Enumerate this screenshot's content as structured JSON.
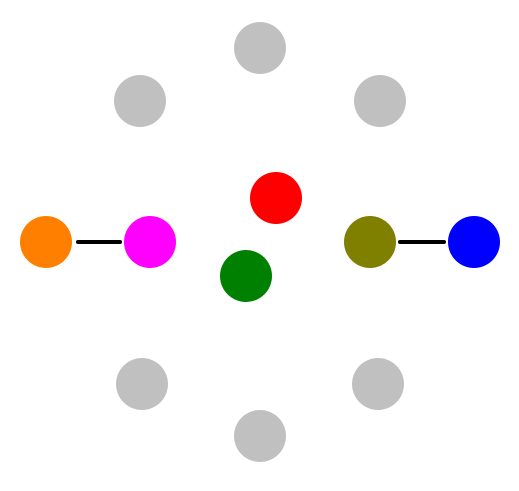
{
  "background": "#ffffff",
  "connector_color": "#000000",
  "nodes": [
    {
      "id": "top",
      "color": "#c0c0c0",
      "state": "inactive"
    },
    {
      "id": "upper-left",
      "color": "#c0c0c0",
      "state": "inactive"
    },
    {
      "id": "upper-right",
      "color": "#c0c0c0",
      "state": "inactive"
    },
    {
      "id": "center-red",
      "color": "#ff0000",
      "state": "active"
    },
    {
      "id": "far-left-orange",
      "color": "#ff8000",
      "state": "active"
    },
    {
      "id": "inner-left-magenta",
      "color": "#ff00ff",
      "state": "active"
    },
    {
      "id": "inner-right-olive",
      "color": "#808000",
      "state": "active"
    },
    {
      "id": "far-right-blue",
      "color": "#0000ff",
      "state": "active"
    },
    {
      "id": "center-green",
      "color": "#008000",
      "state": "active"
    },
    {
      "id": "lower-left",
      "color": "#c0c0c0",
      "state": "inactive"
    },
    {
      "id": "lower-right",
      "color": "#c0c0c0",
      "state": "inactive"
    },
    {
      "id": "bottom",
      "color": "#c0c0c0",
      "state": "inactive"
    }
  ],
  "links": [
    {
      "from": "far-left-orange",
      "to": "inner-left-magenta"
    },
    {
      "from": "inner-right-olive",
      "to": "far-right-blue"
    }
  ]
}
